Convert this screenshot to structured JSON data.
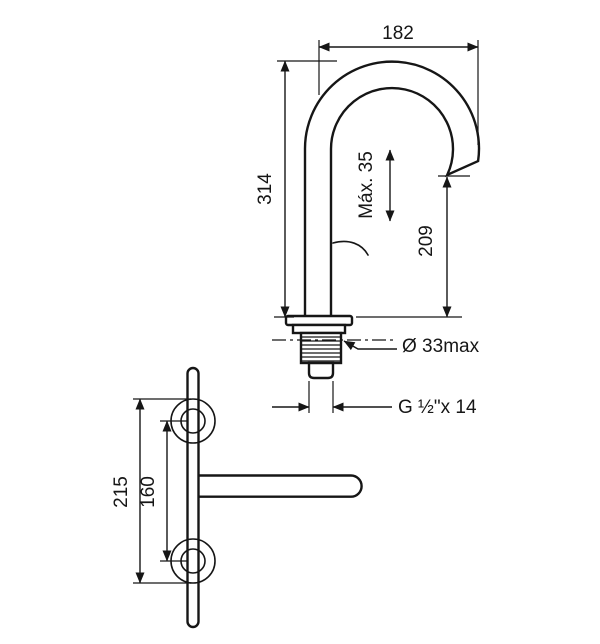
{
  "colors": {
    "line": "#161616",
    "background": "#ffffff"
  },
  "side_view": {
    "dim_reach": "182",
    "dim_total_height": "314",
    "dim_max_deck": "Máx. 35",
    "dim_spout_height": "209",
    "dim_diameter": "Ø 33max",
    "dim_thread": "G ½\"x 14"
  },
  "front_view": {
    "dim_overall_length": "215",
    "dim_hole_centers": "160"
  }
}
